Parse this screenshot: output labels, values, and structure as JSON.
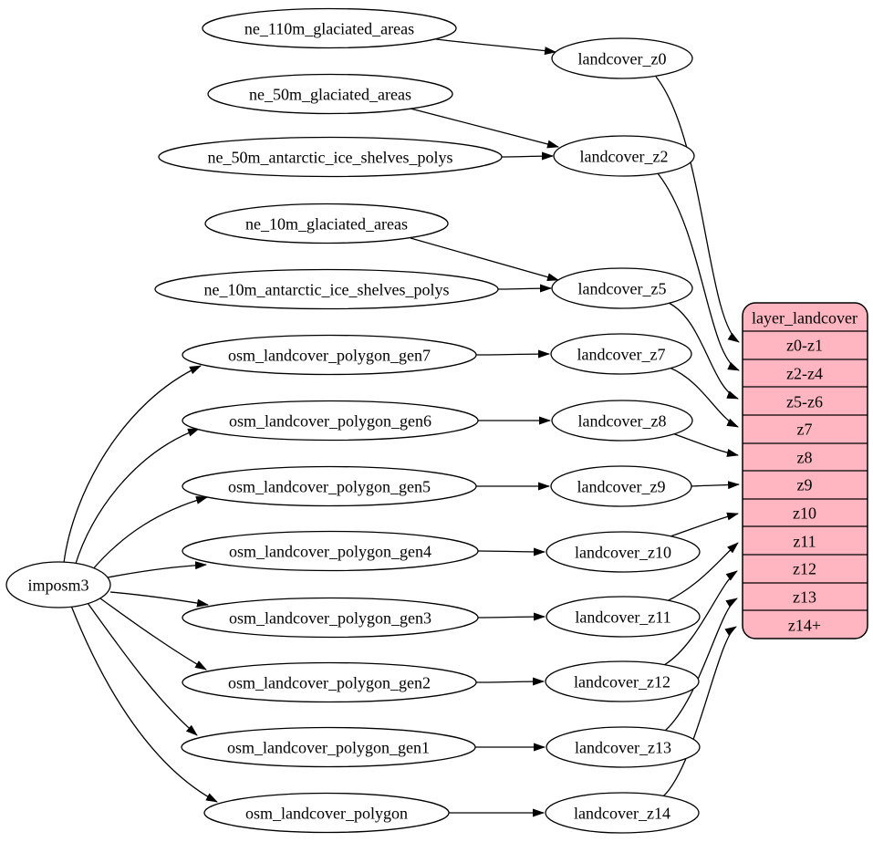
{
  "diagram": {
    "kind": "graphviz-digraph",
    "description": "landcover layer source mapping"
  },
  "colors": {
    "background": "#ffffff",
    "node_fill": "#ffffff",
    "node_stroke": "#000000",
    "edge": "#000000",
    "table_fill": "#ffb6c1"
  },
  "nodes": {
    "imposm3": "imposm3",
    "ne_110m_glaciated_areas": "ne_110m_glaciated_areas",
    "ne_50m_glaciated_areas": "ne_50m_glaciated_areas",
    "ne_50m_antarctic_ice_shelves_polys": "ne_50m_antarctic_ice_shelves_polys",
    "ne_10m_glaciated_areas": "ne_10m_glaciated_areas",
    "ne_10m_antarctic_ice_shelves_polys": "ne_10m_antarctic_ice_shelves_polys",
    "osm_landcover_polygon_gen7": "osm_landcover_polygon_gen7",
    "osm_landcover_polygon_gen6": "osm_landcover_polygon_gen6",
    "osm_landcover_polygon_gen5": "osm_landcover_polygon_gen5",
    "osm_landcover_polygon_gen4": "osm_landcover_polygon_gen4",
    "osm_landcover_polygon_gen3": "osm_landcover_polygon_gen3",
    "osm_landcover_polygon_gen2": "osm_landcover_polygon_gen2",
    "osm_landcover_polygon_gen1": "osm_landcover_polygon_gen1",
    "osm_landcover_polygon": "osm_landcover_polygon",
    "landcover_z0": "landcover_z0",
    "landcover_z2": "landcover_z2",
    "landcover_z5": "landcover_z5",
    "landcover_z7": "landcover_z7",
    "landcover_z8": "landcover_z8",
    "landcover_z9": "landcover_z9",
    "landcover_z10": "landcover_z10",
    "landcover_z11": "landcover_z11",
    "landcover_z12": "landcover_z12",
    "landcover_z13": "landcover_z13",
    "landcover_z14": "landcover_z14"
  },
  "table": {
    "title": "layer_landcover",
    "rows": [
      "z0-z1",
      "z2-z4",
      "z5-z6",
      "z7",
      "z8",
      "z9",
      "z10",
      "z11",
      "z12",
      "z13",
      "z14+"
    ]
  },
  "edges": [
    {
      "from": "imposm3",
      "to": "osm_landcover_polygon_gen7"
    },
    {
      "from": "imposm3",
      "to": "osm_landcover_polygon_gen6"
    },
    {
      "from": "imposm3",
      "to": "osm_landcover_polygon_gen5"
    },
    {
      "from": "imposm3",
      "to": "osm_landcover_polygon_gen4"
    },
    {
      "from": "imposm3",
      "to": "osm_landcover_polygon_gen3"
    },
    {
      "from": "imposm3",
      "to": "osm_landcover_polygon_gen2"
    },
    {
      "from": "imposm3",
      "to": "osm_landcover_polygon_gen1"
    },
    {
      "from": "imposm3",
      "to": "osm_landcover_polygon"
    },
    {
      "from": "ne_110m_glaciated_areas",
      "to": "landcover_z0"
    },
    {
      "from": "ne_50m_glaciated_areas",
      "to": "landcover_z2"
    },
    {
      "from": "ne_50m_antarctic_ice_shelves_polys",
      "to": "landcover_z2"
    },
    {
      "from": "ne_10m_glaciated_areas",
      "to": "landcover_z5"
    },
    {
      "from": "ne_10m_antarctic_ice_shelves_polys",
      "to": "landcover_z5"
    },
    {
      "from": "osm_landcover_polygon_gen7",
      "to": "landcover_z7"
    },
    {
      "from": "osm_landcover_polygon_gen6",
      "to": "landcover_z8"
    },
    {
      "from": "osm_landcover_polygon_gen5",
      "to": "landcover_z9"
    },
    {
      "from": "osm_landcover_polygon_gen4",
      "to": "landcover_z10"
    },
    {
      "from": "osm_landcover_polygon_gen3",
      "to": "landcover_z11"
    },
    {
      "from": "osm_landcover_polygon_gen2",
      "to": "landcover_z12"
    },
    {
      "from": "osm_landcover_polygon_gen1",
      "to": "landcover_z13"
    },
    {
      "from": "osm_landcover_polygon",
      "to": "landcover_z14"
    },
    {
      "from": "landcover_z0",
      "to": "layer_landcover:z0-z1"
    },
    {
      "from": "landcover_z2",
      "to": "layer_landcover:z2-z4"
    },
    {
      "from": "landcover_z5",
      "to": "layer_landcover:z5-z6"
    },
    {
      "from": "landcover_z7",
      "to": "layer_landcover:z7"
    },
    {
      "from": "landcover_z8",
      "to": "layer_landcover:z8"
    },
    {
      "from": "landcover_z9",
      "to": "layer_landcover:z9"
    },
    {
      "from": "landcover_z10",
      "to": "layer_landcover:z10"
    },
    {
      "from": "landcover_z11",
      "to": "layer_landcover:z11"
    },
    {
      "from": "landcover_z12",
      "to": "layer_landcover:z12"
    },
    {
      "from": "landcover_z13",
      "to": "layer_landcover:z13"
    },
    {
      "from": "landcover_z14",
      "to": "layer_landcover:z14+"
    }
  ]
}
